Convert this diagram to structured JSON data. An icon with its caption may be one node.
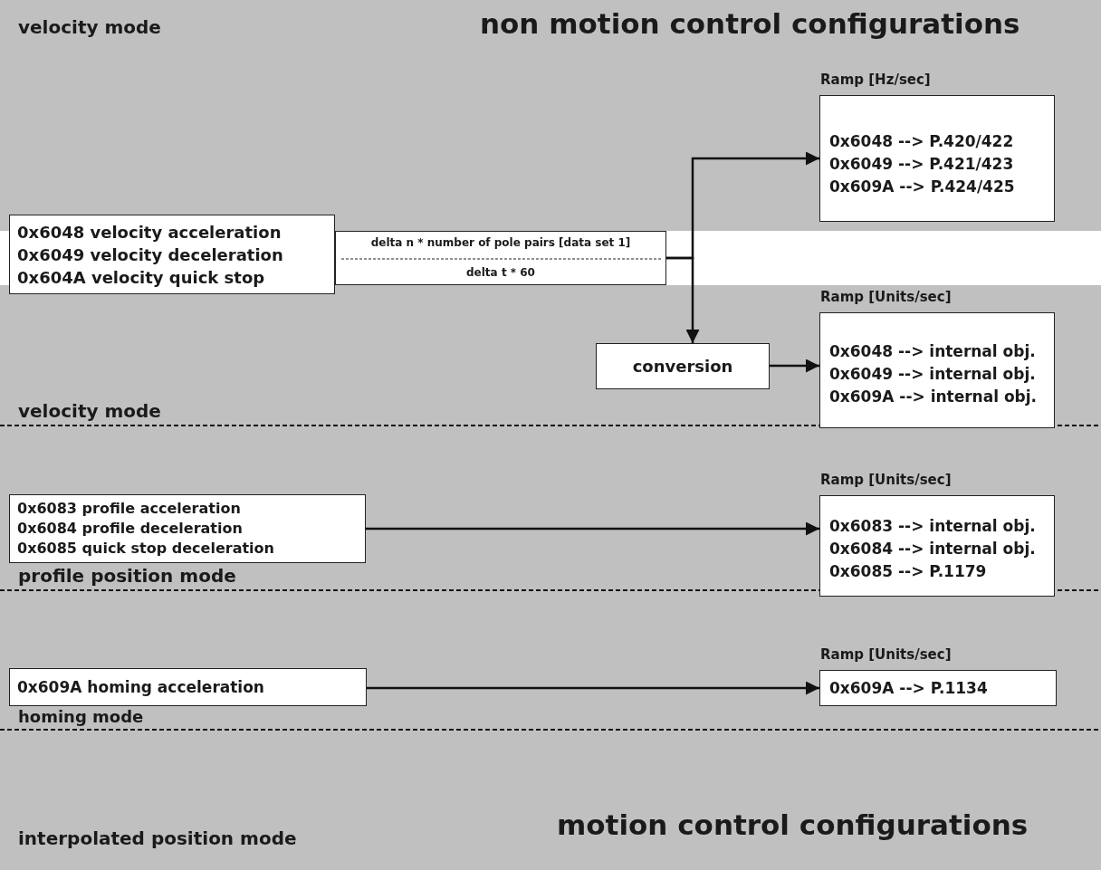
{
  "diagram": {
    "nodes": [
      {
        "text": [
          "0x6048 velocity acceleration",
          "0x6049 velocity deceleration",
          "0x604A velocity quick stop"
        ]
      },
      {
        "text": [
          "delta n * number of pole pairs [data set 1]",
          "delta t * 60"
        ]
      },
      {
        "text": [
          "Ramp [Hz/sec]",
          "0x6048 --> P.420/422",
          "0x6049 --> P.421/423",
          "0x609A --> P.424/425"
        ]
      },
      {
        "text": [
          "conversion"
        ]
      },
      {
        "text": [
          "Ramp [Units/sec]",
          "0x6048 --> internal obj.",
          "0x6049 --> internal obj.",
          "0x609A --> internal obj."
        ]
      },
      {
        "text": [
          "0x6083 profile acceleration",
          "0x6084 profile deceleration",
          "0x6085 quick stop deceleration"
        ]
      },
      {
        "text": [
          "Ramp [Units/sec]",
          "0x6083 --> internal obj.",
          "0x6084 --> internal obj.",
          "0x6085 --> P.1179"
        ]
      },
      {
        "text": [
          "0x609A homing acceleration"
        ]
      },
      {
        "text": [
          "Ramp [Units/sec]",
          "0x609A --> P.1134"
        ]
      }
    ],
    "edges": [
      {
        "from": 1,
        "to": 2,
        "arrow": "to"
      },
      {
        "from": 1,
        "to": 3,
        "arrow": "to"
      },
      {
        "from": 3,
        "to": 4,
        "arrow": "to"
      },
      {
        "from": 5,
        "to": 6,
        "arrow": "to"
      },
      {
        "from": 7,
        "to": 8,
        "arrow": "to"
      }
    ],
    "labels": [
      "velocity mode",
      "non motion control configurations",
      "velocity mode",
      "profile position mode",
      "homing mode",
      "interpolated position mode",
      "motion control configurations"
    ]
  }
}
